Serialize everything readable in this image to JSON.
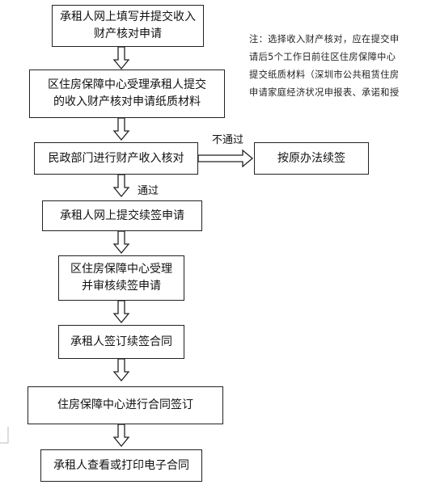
{
  "flow": {
    "steps": [
      {
        "lines": [
          "承租人网上填写并提交收入",
          "财产核对申请"
        ]
      },
      {
        "lines": [
          "区住房保障中心受理承租人提交",
          "的收入财产核对申请纸质材料"
        ]
      },
      {
        "lines": [
          "民政部门进行财产收入核对"
        ]
      },
      {
        "lines": [
          "承租人网上提交续签申请"
        ]
      },
      {
        "lines": [
          "区住房保障中心受理",
          "并审核续签申请"
        ]
      },
      {
        "lines": [
          "承租人签订续签合同"
        ]
      },
      {
        "lines": [
          "住房保障中心进行合同签订"
        ]
      },
      {
        "lines": [
          "承租人查看或打印电子合同"
        ]
      }
    ],
    "side_box": "按原办法续签",
    "fail_label": "不通过",
    "pass_label": "通过"
  },
  "note": {
    "lines": [
      "注：选择收入财产核对，应在提交申",
      "请后5个工作日前往区住房保障中心",
      "提交纸质材料（深圳市公共租赁住房",
      "申请家庭经济状况申报表、承诺和授"
    ]
  },
  "colors": {
    "border": "#222222",
    "arrow": "#222222",
    "background": "#ffffff"
  }
}
